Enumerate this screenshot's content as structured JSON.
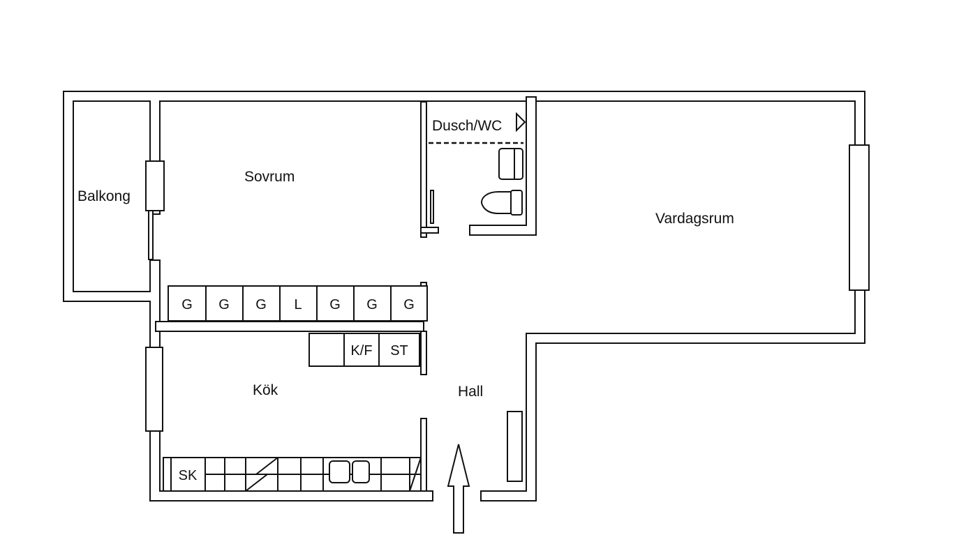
{
  "rooms": {
    "balkong": "Balkong",
    "sovrum": "Sovrum",
    "dusch_wc": "Dusch/WC",
    "vardagsrum": "Vardagsrum",
    "kok": "Kök",
    "hall": "Hall"
  },
  "wardrobes": [
    "G",
    "G",
    "G",
    "L",
    "G",
    "G",
    "G"
  ],
  "kitchen_units": {
    "fridge_freezer": "K/F",
    "stove": "ST",
    "sink_cabinet": "SK"
  }
}
